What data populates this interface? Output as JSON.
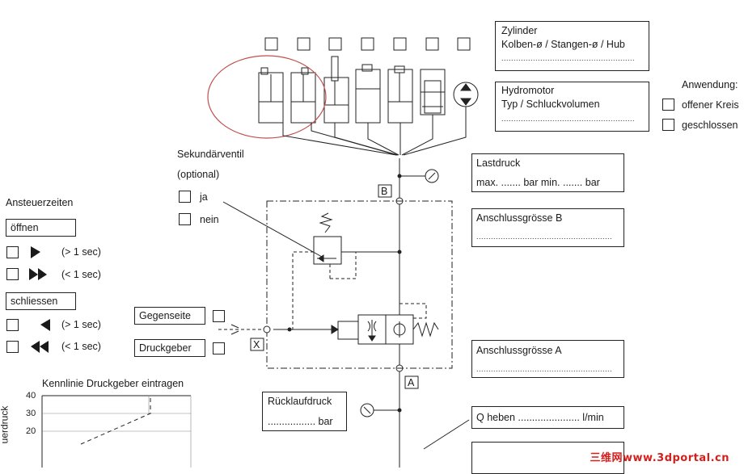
{
  "cylinder_box": {
    "title": "Zylinder",
    "subtitle": "Kolben-ø / Stangen-ø / Hub",
    "dots": "......................................................."
  },
  "motor_box": {
    "title": "Hydromotor",
    "subtitle": "Typ / Schluckvolumen",
    "dots": "......................................................."
  },
  "anwendung": {
    "title": "Anwendung:",
    "options": [
      "offener Kreis",
      "geschlossen"
    ]
  },
  "sekundaer": {
    "title": "Sekundärventil",
    "subtitle": "(optional)",
    "options": [
      "ja",
      "nein"
    ]
  },
  "lastdruck": {
    "title": "Lastdruck",
    "value": "max. ....... bar  min. ....... bar"
  },
  "anschluss_b": {
    "title": "Anschlussgrösse B",
    "dots": "........................................................"
  },
  "anschluss_a": {
    "title": "Anschlussgrösse A",
    "dots": "........................................................"
  },
  "ansteuer": {
    "title": "Ansteuerzeiten",
    "open_label": "öffnen",
    "close_label": "schliessen",
    "slow": "(> 1 sec)",
    "fast": "(< 1 sec)"
  },
  "gegenseite": "Gegenseite",
  "druckgeber": "Druckgeber",
  "ruecklauf": {
    "title": "Rücklaufdruck",
    "value": "................. bar"
  },
  "q_heben": "Q heben ...................... l/min",
  "port_labels": {
    "b": "B",
    "a": "A",
    "x": "X"
  },
  "kennlinie": {
    "title": "Kennlinie Druckgeber eintragen",
    "ylabel": "uerdruck",
    "yticks": [
      "40",
      "30",
      "20"
    ]
  },
  "watermark": "三维网www.3dportal.cn",
  "colors": {
    "line": "#222222",
    "highlight": "#c0504d",
    "watermark": "#d4201d"
  }
}
